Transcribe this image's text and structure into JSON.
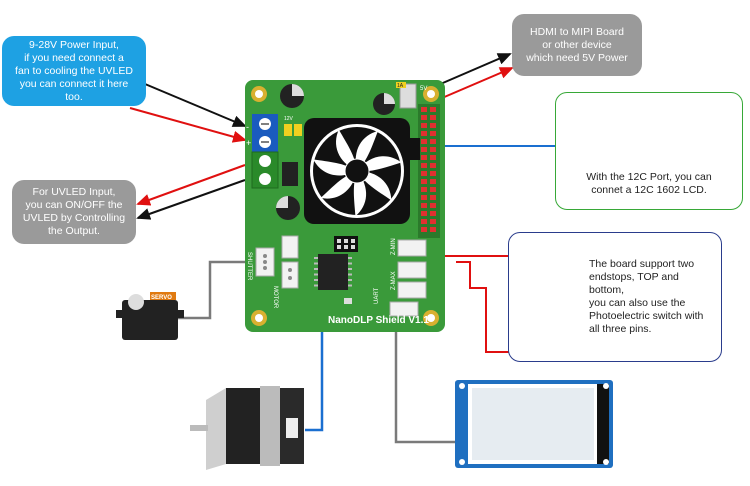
{
  "callouts": {
    "power_input": "9-28V Power Input,\nif you need connect a\nfan to cooling the UVLED\nyou can connect it here too.",
    "uvled_input": "For UVLED Input,\nyou can ON/OFF the\nUVLED by Controlling\nthe Output.",
    "hdmi_mipi": "HDMI to MIPI Board\nor other device\nwhich need 5V Power",
    "i2c_lcd": "With the 12C Port, you can\nconnet a 12C 1602 LCD.",
    "endstops": "The board support two\nendstops, TOP and bottom,\nyou can also use the\nPhotoelectric switch with\nall three pins."
  },
  "board": {
    "name": "NanoDLP Shield V1.1",
    "labels": {
      "shutter": "SHUTTER",
      "motor": "MOTOR",
      "uart": "UART",
      "zmax": "Z-MAX",
      "zmin": "Z-MIN",
      "fiveV": "5V",
      "oneA": "1A",
      "twelveV": "12V",
      "plus": "+",
      "minus": "-"
    }
  },
  "servo": {
    "label": "SERVO"
  },
  "colors": {
    "board_green": "#3a9a3a",
    "power_blue": "#1ea1e3",
    "callout_gray": "#9a9a9a",
    "lcd_border": "#37a837",
    "endstop_border": "#2a3c8c",
    "wire_red": "#e01010",
    "wire_black": "#111111",
    "wire_blue": "#1a6fd0",
    "wire_gray": "#7a7a7a"
  }
}
